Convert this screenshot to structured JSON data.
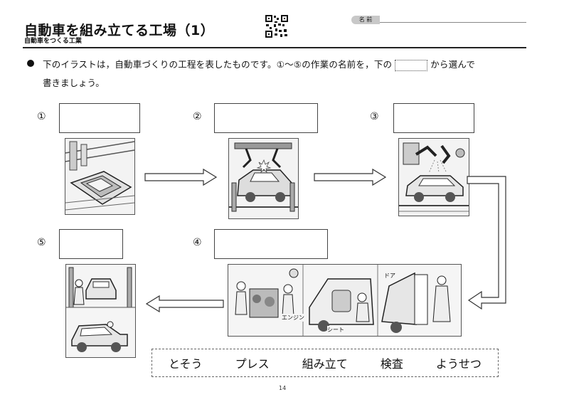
{
  "header": {
    "title": "自動車を組み立てる工場（1）",
    "subtitle": "自動車をつくる工業",
    "name_label": "名 前"
  },
  "instructions": {
    "line1_before": "下のイラストは，自動車づくりの工程を表したものです。①～⑤の作業の名前を，下の",
    "line1_after": "から選んで",
    "line2": "書きましょう。"
  },
  "steps": [
    {
      "number": "①",
      "answer": ""
    },
    {
      "number": "②",
      "answer": ""
    },
    {
      "number": "③",
      "answer": ""
    },
    {
      "number": "④",
      "answer": ""
    },
    {
      "number": "⑤",
      "answer": ""
    }
  ],
  "illustration_labels": {
    "door": "ドア",
    "engine": "エンジン",
    "seat": "シート"
  },
  "word_bank": [
    "とそう",
    "プレス",
    "組み立て",
    "検査",
    "ようせつ"
  ],
  "page_number": "14"
}
